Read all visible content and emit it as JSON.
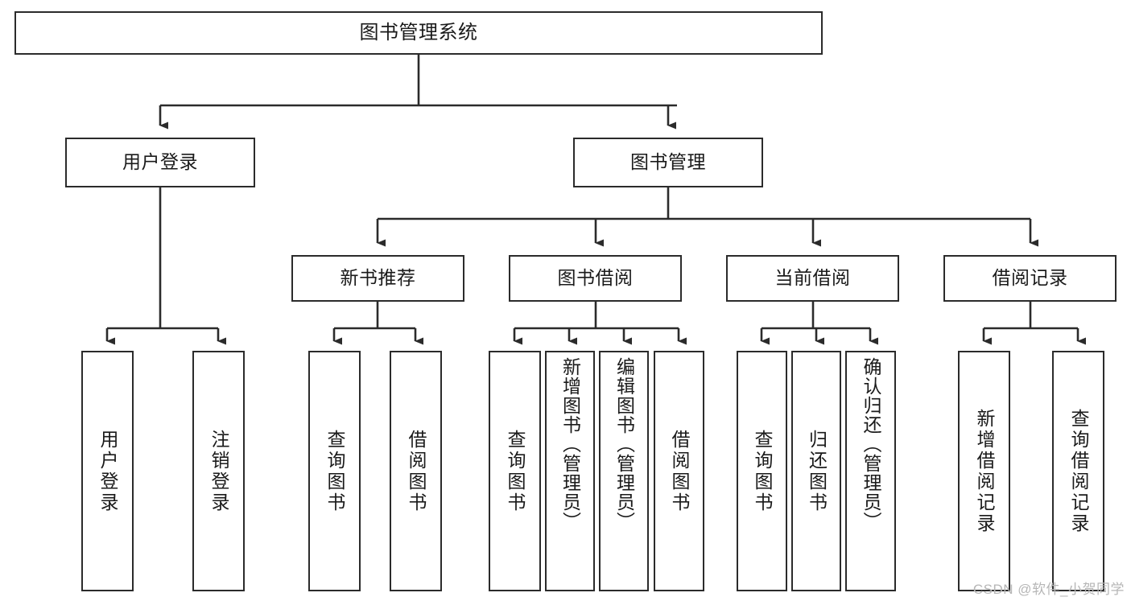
{
  "diagram": {
    "type": "tree",
    "title": "图书管理系统",
    "orientation": "top-down",
    "edge_style": "orthogonal-with-arrowheads",
    "colors": {
      "box_border": "#2b2b2b",
      "box_fill": "#ffffff",
      "edge": "#2b2b2b",
      "text": "#1a1a1a",
      "watermark": "#b6b6b6",
      "background": "#ffffff"
    }
  },
  "watermark": {
    "text": "CSDN @软件_小贺同学"
  },
  "nodes": {
    "root": {
      "label": "图书管理系统"
    },
    "level2": [
      {
        "id": "user-login",
        "label": "用户登录"
      },
      {
        "id": "book-manage",
        "label": "图书管理"
      }
    ],
    "level3": [
      {
        "id": "new-book-recommend",
        "label": "新书推荐"
      },
      {
        "id": "book-borrow",
        "label": "图书借阅"
      },
      {
        "id": "current-borrow",
        "label": "当前借阅"
      },
      {
        "id": "borrow-record",
        "label": "借阅记录"
      }
    ],
    "leaves": {
      "user_login": [
        {
          "id": "leaf-user-login",
          "label": "用户登录"
        },
        {
          "id": "leaf-logout-login",
          "label": "注销登录"
        }
      ],
      "new_book_recommend": [
        {
          "id": "leaf-query-book-1",
          "label": "查询图书"
        },
        {
          "id": "leaf-borrow-book-1",
          "label": "借阅图书"
        }
      ],
      "book_borrow": [
        {
          "id": "leaf-query-book-2",
          "label": "查询图书"
        },
        {
          "id": "leaf-add-book",
          "label": "新增图书（管理员）"
        },
        {
          "id": "leaf-edit-book",
          "label": "编辑图书（管理员）"
        },
        {
          "id": "leaf-borrow-book-2",
          "label": "借阅图书"
        }
      ],
      "current_borrow": [
        {
          "id": "leaf-query-book-3",
          "label": "查询图书"
        },
        {
          "id": "leaf-return-book",
          "label": "归还图书"
        },
        {
          "id": "leaf-confirm-return",
          "label": "确认归还（管理员）"
        }
      ],
      "borrow_record": [
        {
          "id": "leaf-add-record",
          "label": "新增借阅记录"
        },
        {
          "id": "leaf-query-record",
          "label": "查询借阅记录"
        }
      ]
    }
  }
}
